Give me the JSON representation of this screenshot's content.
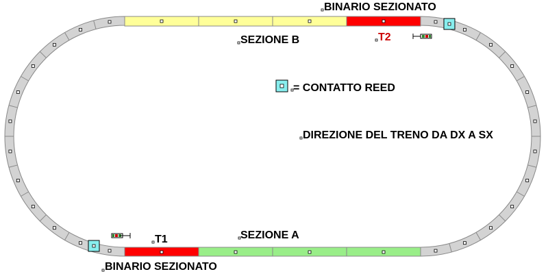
{
  "labels": {
    "top_isolated": "BINARIO SEZIONATO",
    "bottom_isolated": "BINARIO SEZIONATO",
    "section_b": "SEZIONE B",
    "section_a": "SEZIONE A",
    "train_t2": "T2",
    "train_t1": "T1",
    "legend_reed": "= CONTATTO REED",
    "direction": "DIREZIONE DEL TRENO DA DX A SX"
  },
  "colors": {
    "track_grey": "#d3d3d3",
    "section_b_yellow": "#ffff99",
    "section_a_green": "#99ee88",
    "isolated_red": "#ff0000",
    "reed_cyan": "#88eeee",
    "text_black": "#000000",
    "text_red": "#cc0000"
  },
  "icons": {
    "reed_contact": "reed-contact-icon",
    "train": "train-icon"
  }
}
